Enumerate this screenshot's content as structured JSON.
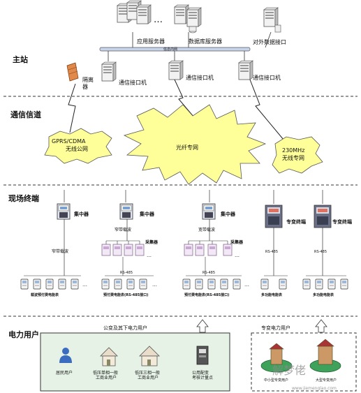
{
  "sections": {
    "master": "主站",
    "channel": "通信信道",
    "field": "现场终端",
    "users": "电力用户"
  },
  "master": {
    "app_servers": "应用服务器",
    "ellipsis": "…",
    "db_servers": "数据库服务器",
    "external_iface": "对外数据接口",
    "bus": "信息内网",
    "isolator": "隔离\n器",
    "comm1": "通信接口机",
    "comm2": "通信接口机",
    "comm3": "通信接口机"
  },
  "channel": {
    "gprs_line1": "GPRS/CDMA",
    "gprs_line2": "无线公网",
    "fiber": "光纤专网",
    "mhz_line1": "230MHz",
    "mhz_line2": "无线专网"
  },
  "field": {
    "conc1": "集中器",
    "conc2": "集中器",
    "conc3": "集中器",
    "special1": "专变终端",
    "special2": "专变终端",
    "narrow1": "窄带载波",
    "narrow2": "窄带载波",
    "wide": "宽带载波",
    "collector1": "采集器",
    "collector2": "采集器",
    "rs485_a": "RS-485",
    "rs485_b": "RS-485",
    "rs485_c": "RS-485",
    "rs485_d": "RS-485",
    "dots": "…",
    "meters1": "载波预付费电能表",
    "meters2": "预付费电能表(RS-485接口)",
    "meters3": "预付费电能表(RS-485接口)",
    "mf1": "多功能电能表",
    "mf2": "多功能电能表"
  },
  "users": {
    "public_label": "公变及其下电力用户",
    "special_label": "专变电力用户",
    "resident": "居民用户",
    "low1": "低压单相一般\n工商业用户",
    "low3": "低压三相一般\n工商业用户",
    "public_meter": "公用配变\n考核计量点",
    "small": "中小型专变用户",
    "large": "大型专变用户"
  },
  "watermark": {
    "cn": "解梦佬",
    "url": "www.jiemenglao.com"
  },
  "colors": {
    "bubble": "#ffff99",
    "user_box": "#e6f2e6",
    "bus": "#c8d4e8"
  }
}
